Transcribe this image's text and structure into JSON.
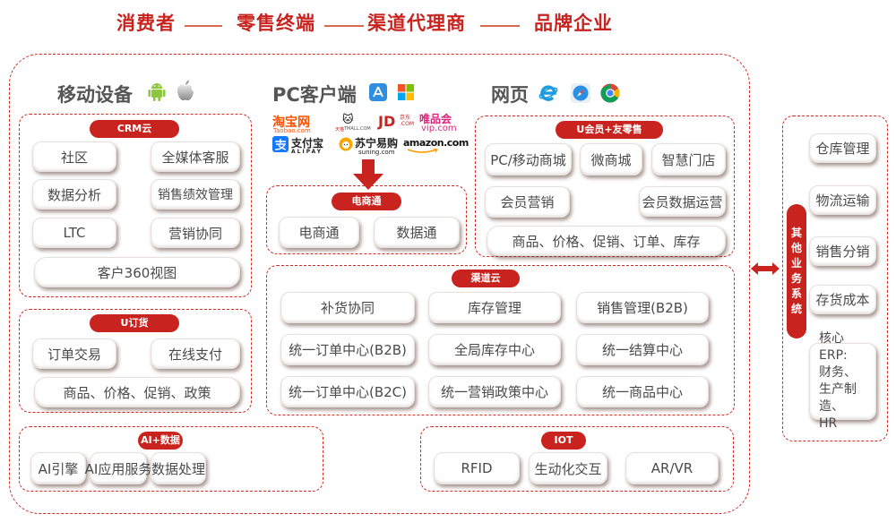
{
  "header": {
    "chain": [
      "消费者",
      "零售终端",
      "渠道代理商",
      "品牌企业"
    ]
  },
  "platforms": {
    "mobile": {
      "title": "移动设备",
      "icons": [
        "android-icon",
        "apple-icon"
      ]
    },
    "pc": {
      "title": "PC客户端",
      "icons": [
        "app-store-icon",
        "windows-icon"
      ]
    },
    "web": {
      "title": "网页",
      "icons": [
        "ie-icon",
        "safari-icon",
        "chrome-icon"
      ]
    }
  },
  "ecommerce_logos": [
    {
      "name": "淘宝网",
      "sub": "Taobao.com"
    },
    {
      "name": "天猫",
      "sub": "TMALL.COM"
    },
    {
      "name": "JD",
      "sub": "京东 .COM"
    },
    {
      "name": "唯品会",
      "sub": "vip.com"
    },
    {
      "name": "支付宝",
      "sub": "ALIPAY"
    },
    {
      "name": "苏宁易购",
      "sub": "suning.com"
    },
    {
      "name": "amazon.com",
      "sub": ""
    }
  ],
  "crm": {
    "label": "CRM云",
    "items": [
      "社区",
      "全媒体客服",
      "数据分析",
      "销售绩效管理",
      "LTC",
      "营销协同",
      "客户360视图"
    ]
  },
  "uorder": {
    "label": "U订货",
    "items": [
      "订单交易",
      "在线支付",
      "商品、价格、促销、政策"
    ]
  },
  "ai": {
    "label": "AI+数据",
    "items": [
      "AI引擎",
      "AI应用服务",
      "数据处理"
    ]
  },
  "ecom": {
    "label": "电商通",
    "items": [
      "电商通",
      "数据通"
    ]
  },
  "umember": {
    "label": "U会员+友零售",
    "items": [
      "PC/移动商城",
      "微商城",
      "智慧门店",
      "会员营销",
      "会员数据运营",
      "商品、价格、促销、订单、库存"
    ]
  },
  "channel": {
    "label": "渠道云",
    "items": [
      "补货协同",
      "库存管理",
      "销售管理(B2B)",
      "统一订单中心(B2B)",
      "全局库存中心",
      "统一结算中心",
      "统一订单中心(B2C)",
      "统一营销政策中心",
      "统一商品中心"
    ]
  },
  "iot": {
    "label": "IOT",
    "items": [
      "RFID",
      "生动化交互",
      "AR/VR"
    ]
  },
  "other": {
    "label": "其他业务系统",
    "label_chars": [
      "其",
      "他",
      "业",
      "务",
      "系",
      "统"
    ],
    "items": [
      "仓库管理",
      "物流运输",
      "销售分销",
      "存货成本",
      "核心ERP:财务、生产制造、HR"
    ],
    "erp_lines": [
      "核心ERP:",
      "财务、",
      "生产制造、",
      "HR"
    ]
  },
  "colors": {
    "accent": "#c8231e",
    "text": "#4a4a4a",
    "dash": "#d32a22"
  }
}
